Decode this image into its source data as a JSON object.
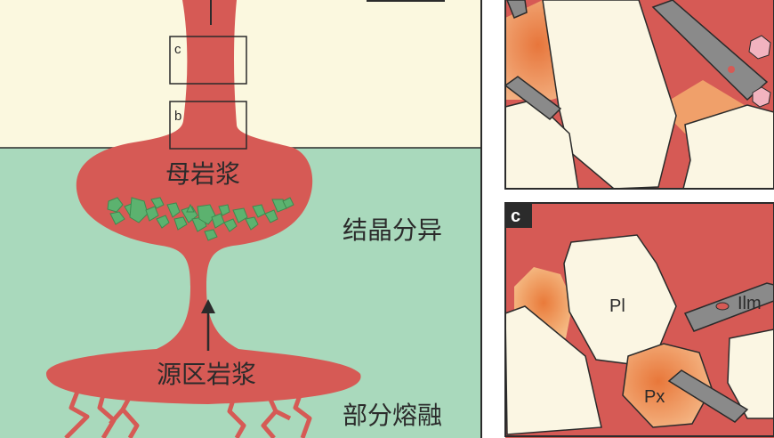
{
  "colors": {
    "cream": "#fbf8df",
    "mint": "#a9d9bc",
    "magma": "#d65a55",
    "crystal": "#5cb26f",
    "crystal_edge": "#3e8a4f",
    "plagioclase": "#fbf6e3",
    "pyroxene": "#f0a06a",
    "ilmenite": "#8a8a8a",
    "garnet": "#f2b3bf",
    "outline": "#2b2b2b"
  },
  "main_panel": {
    "box_c_label": "c",
    "box_b_label": "b",
    "parent_magma": "母岩浆",
    "fractional_crystallization": "结晶分异",
    "source_magma": "源区岩浆",
    "partial_melting": "部分熔融"
  },
  "panel_c": {
    "badge": "c",
    "mineral_pl": "Pl",
    "mineral_ilm": "Ilm",
    "mineral_px": "Px"
  }
}
